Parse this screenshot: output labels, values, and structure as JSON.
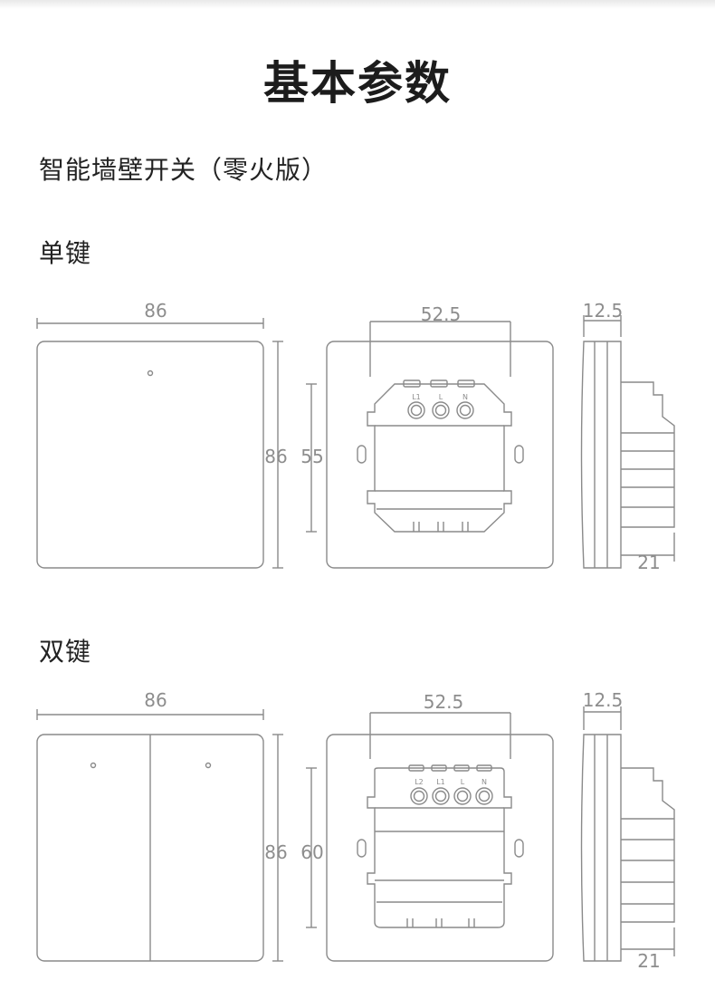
{
  "page": {
    "title": "基本参数",
    "subtitle": "智能墙壁开关（零火版）"
  },
  "sections": [
    {
      "label": "单键",
      "dims": {
        "front_width": "86",
        "front_height": "86",
        "back_height": "86",
        "mount_width": "52.5",
        "mount_height": "55",
        "side_thickness": "12.5",
        "side_depth": "21"
      },
      "terminals": [
        "L1",
        "L",
        "N"
      ]
    },
    {
      "label": "双键",
      "dims": {
        "front_width": "86",
        "front_height": "86",
        "back_height": "86",
        "mount_width": "52.5",
        "mount_height": "60",
        "side_thickness": "12.5",
        "side_depth": "21"
      },
      "terminals": [
        "L2",
        "L1",
        "L",
        "N"
      ]
    }
  ],
  "colors": {
    "line": "#8a8a8a",
    "text": "#222222",
    "dim_text": "#8d8d8d"
  }
}
